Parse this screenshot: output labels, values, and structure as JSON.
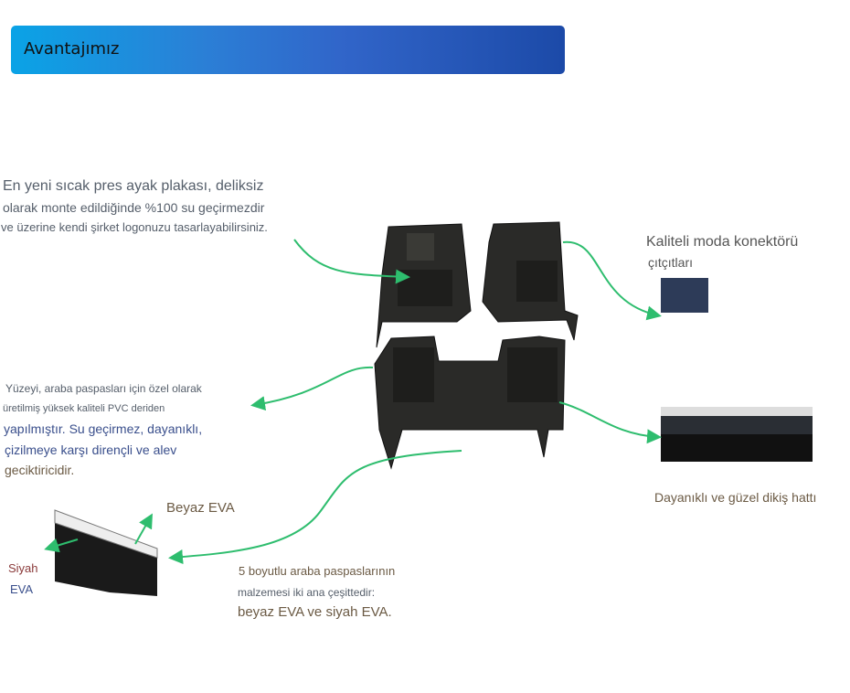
{
  "header": {
    "title": "Avantajımız"
  },
  "callouts": {
    "top_left": {
      "line1": "En yeni sıcak pres ayak plakası, deliksiz",
      "line2": "olarak monte edildiğinde %100 su geçirmezdir",
      "line3": "ve üzerine kendi şirket logonuzu tasarlayabilirsiniz."
    },
    "mid_left": {
      "line1": "Yüzeyi, araba paspasları için özel olarak",
      "line2": "üretilmiş yüksek kaliteli PVC deriden",
      "line3": "yapılmıştır. Su geçirmez, dayanıklı,",
      "line4": "çizilmeye karşı dirençli ve alev",
      "line5": "geciktiricidir."
    },
    "connector": {
      "line1": "Kaliteli moda konektörü",
      "line2": "çıtçıtları"
    },
    "stitch": {
      "label": "Dayanıklı ve güzel dikiş hattı"
    },
    "eva": {
      "white": "Beyaz EVA",
      "black_1": "Siyah",
      "black_2": "EVA"
    },
    "material": {
      "line1": "5 boyutlu araba paspaslarının",
      "line2": "malzemesi iki ana çeşittedir:",
      "line3": "beyaz EVA ve siyah EVA."
    }
  },
  "colors": {
    "arrow": "#2ebd6e",
    "banner_start": "#0aa3e6",
    "banner_end": "#1c4aa8"
  }
}
